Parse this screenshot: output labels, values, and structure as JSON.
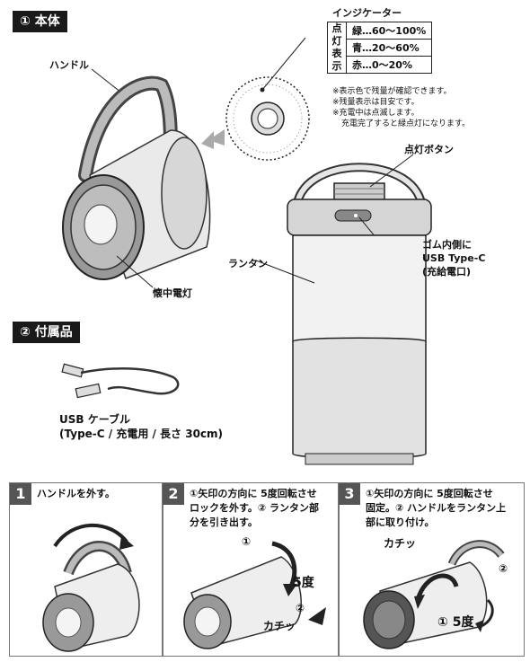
{
  "section1": {
    "title": "① 本体"
  },
  "section2": {
    "title": "② 付属品"
  },
  "labels": {
    "handle": "ハンドル",
    "flashlight": "懐中電灯",
    "lantern": "ランタン",
    "light_button": "点灯ボタン",
    "usb_port_line1": "ゴム内側に",
    "usb_port_line2": "USB Type-C",
    "usb_port_line3": "(充給電口)"
  },
  "indicator": {
    "title": "インジケーター",
    "row_header": [
      "点",
      "灯",
      "表",
      "示"
    ],
    "rows": [
      "緑…60〜100%",
      "青…20〜60%",
      "赤…0〜20%"
    ],
    "notes": [
      "※表示色で残量が確認できます。",
      "※残量表示は目安です。",
      "※充電中は点滅します。",
      "充電完了すると緑点灯になります。"
    ]
  },
  "accessory": {
    "name": "USB ケーブル",
    "spec": "(Type-C / 充電用 / 長さ 30cm)"
  },
  "steps": [
    {
      "num": "1",
      "text": [
        "ハンドルを外す。"
      ]
    },
    {
      "num": "2",
      "text": [
        "①矢印の方向に 5度回転させ",
        "ロックを外す。② ランタン部",
        "分を引き出す。"
      ],
      "callouts": {
        "circle1": "①",
        "degree": "5度",
        "circle2": "②",
        "click": "カチッ"
      }
    },
    {
      "num": "3",
      "text": [
        "①矢印の方向に 5度回転させ",
        "固定。② ハンドルをランタン上",
        "部に取り付け。"
      ],
      "callouts": {
        "click": "カチッ",
        "circle2": "②",
        "degree": "① 5度"
      }
    }
  ],
  "colors": {
    "dark": "#1a1a1a",
    "step_bg": "#555555",
    "lantern_fill": "#e8e8e8",
    "gray": "#bdbdbd"
  }
}
